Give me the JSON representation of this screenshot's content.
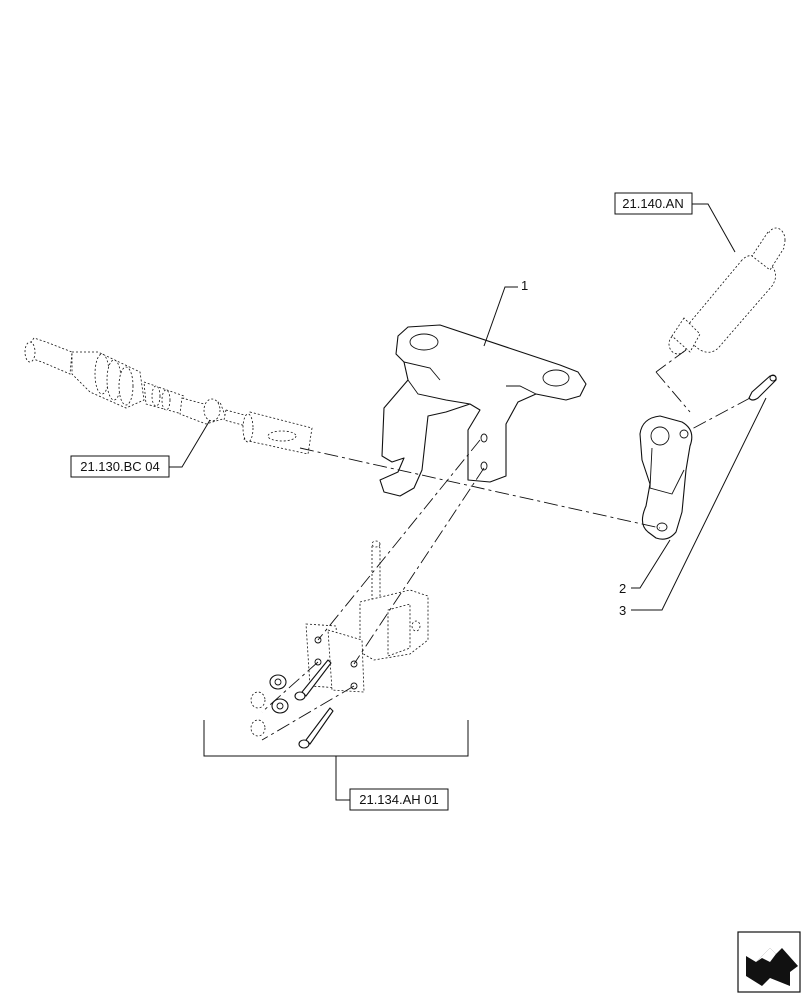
{
  "references": {
    "ref_top_right": "21.140.AN",
    "ref_left": "21.130.BC 04",
    "ref_bottom": "21.134.AH 01"
  },
  "callouts": {
    "part_1": "1",
    "part_2": "2",
    "part_3": "3"
  },
  "nav_icon": "next-page-arrow-icon"
}
